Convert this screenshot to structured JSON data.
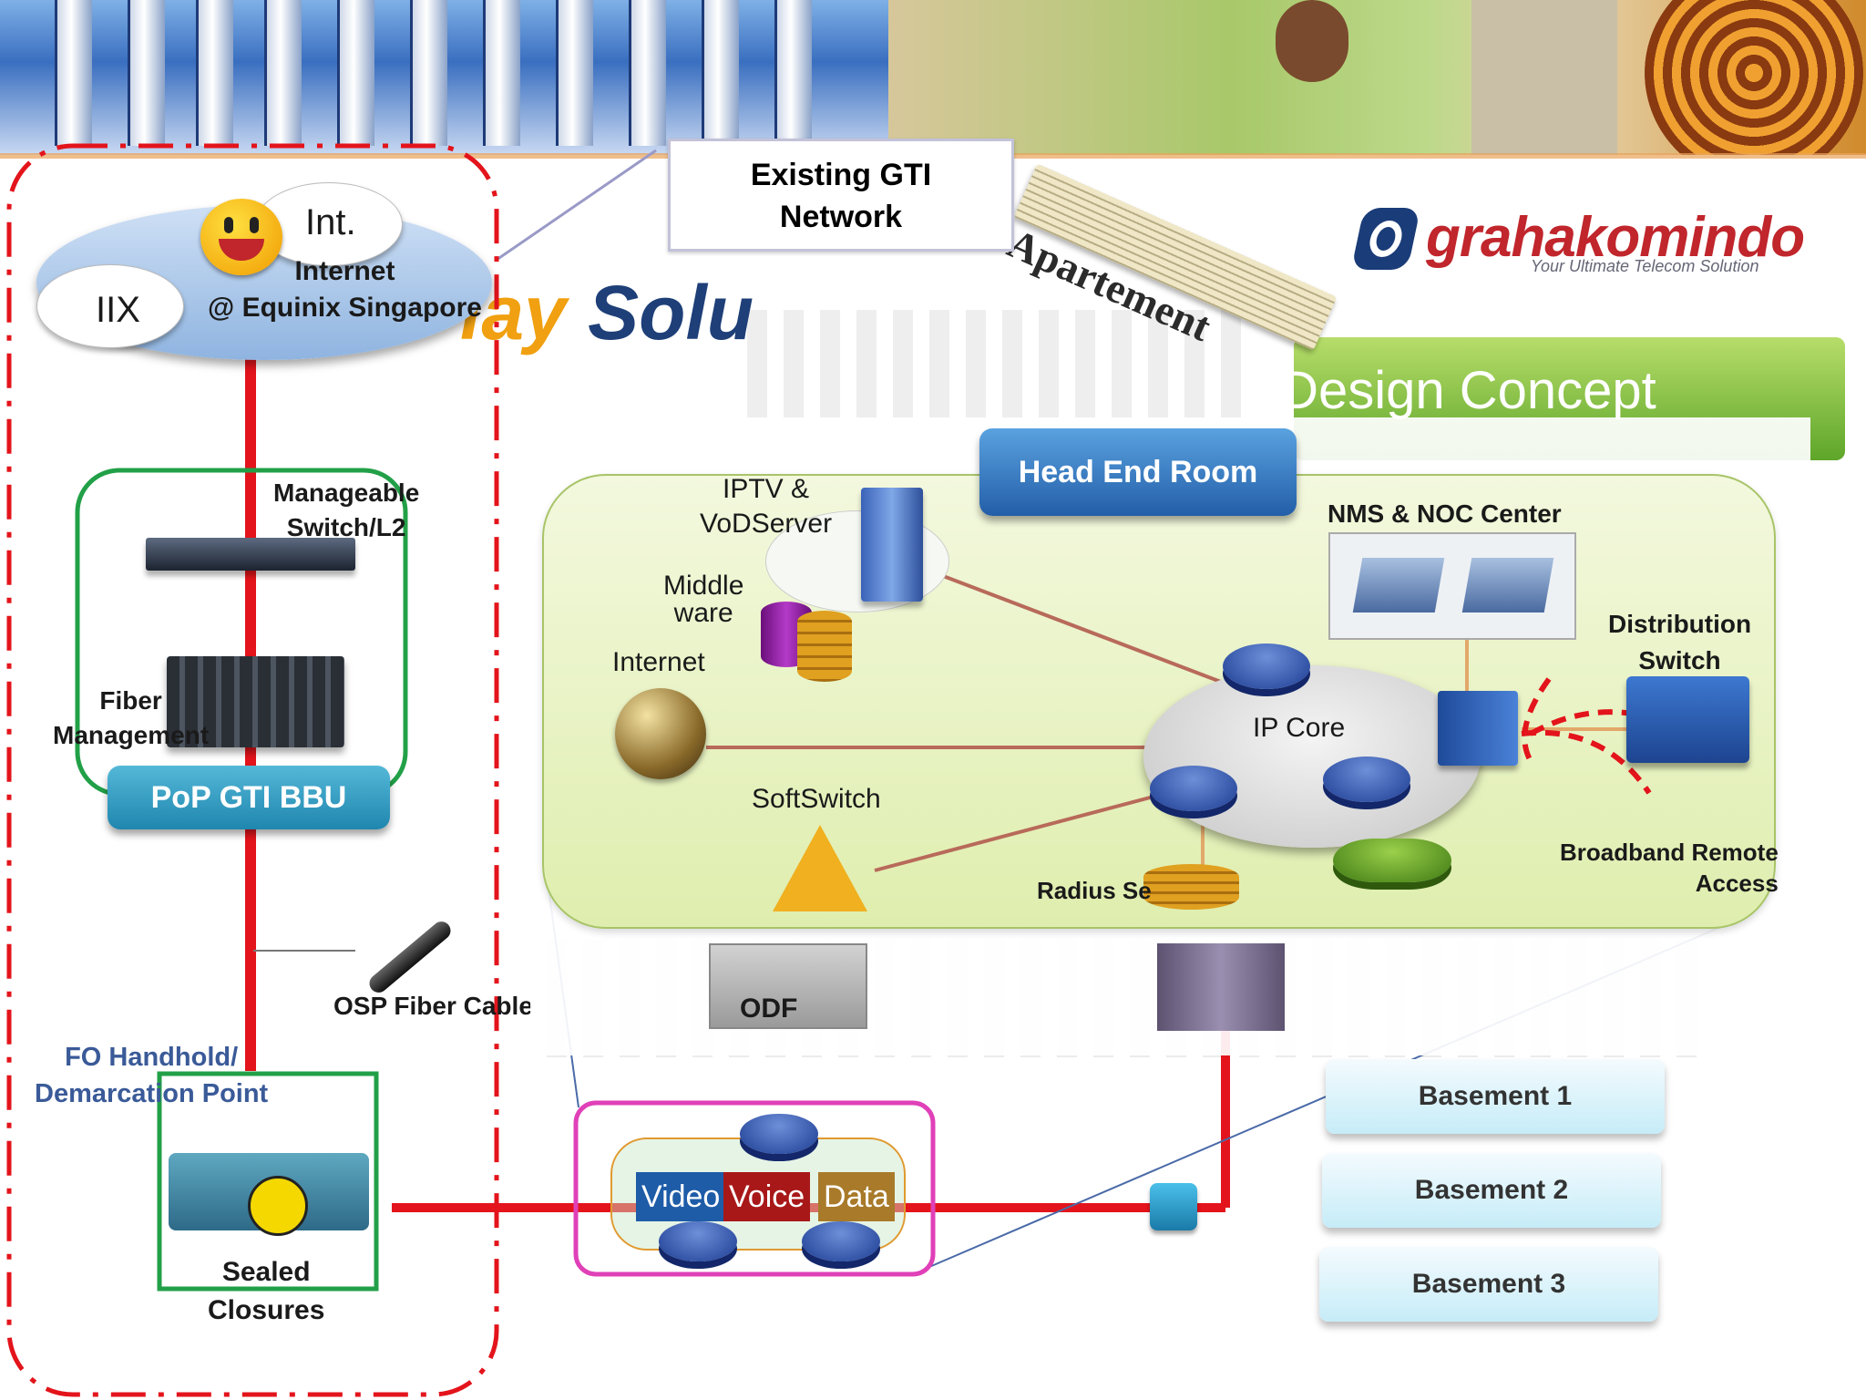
{
  "header": {
    "existing_network": "Existing GTI\nNetwork",
    "apartment_sign": "Apartement",
    "background_title_fragment": "lay Solu",
    "background_heading_fragment": "k Design Concept"
  },
  "logo": {
    "brand": "grahakomindo",
    "tagline": "Your Ultimate Telecom Solution",
    "color": "#c0262c"
  },
  "left_panel": {
    "cloud_int": "Int.",
    "cloud_iix": "IIX",
    "internet_label": "Internet\n@ Equinix Singapore",
    "switch_label": "Manageable\nSwitch/L2",
    "fiber_mgmt_label": "Fiber\nManagement",
    "pop_label": "PoP GTI BBU",
    "osp_label": "OSP Fiber Cable",
    "fo_label": "FO Handhold/\nDemarcation Point",
    "sealed_label": "Sealed\nClosures"
  },
  "head_end": {
    "title": "Head End Room",
    "iptv": "IPTV &\nVoDServer",
    "middleware": "Middle\nware",
    "internet": "Internet",
    "softswitch": "SoftSwitch",
    "ip_core": "IP Core",
    "radius": "Radius Se",
    "nms": "NMS & NOC Center",
    "distribution": "Distribution\nSwitch",
    "bras": "Broadband Remote\nAccess"
  },
  "lower": {
    "odf": "ODF",
    "video": "Video",
    "voice": "Voice",
    "data": "Data",
    "basements": [
      "Basement 1",
      "Basement 2",
      "Basement 3"
    ]
  },
  "colors": {
    "fiber_line": "#e3141b",
    "pop_green": "#22a048",
    "vvd_frame": "#e040b8",
    "head_end_bg": "#eaf3cc",
    "head_end_button": "#2f74c0"
  }
}
